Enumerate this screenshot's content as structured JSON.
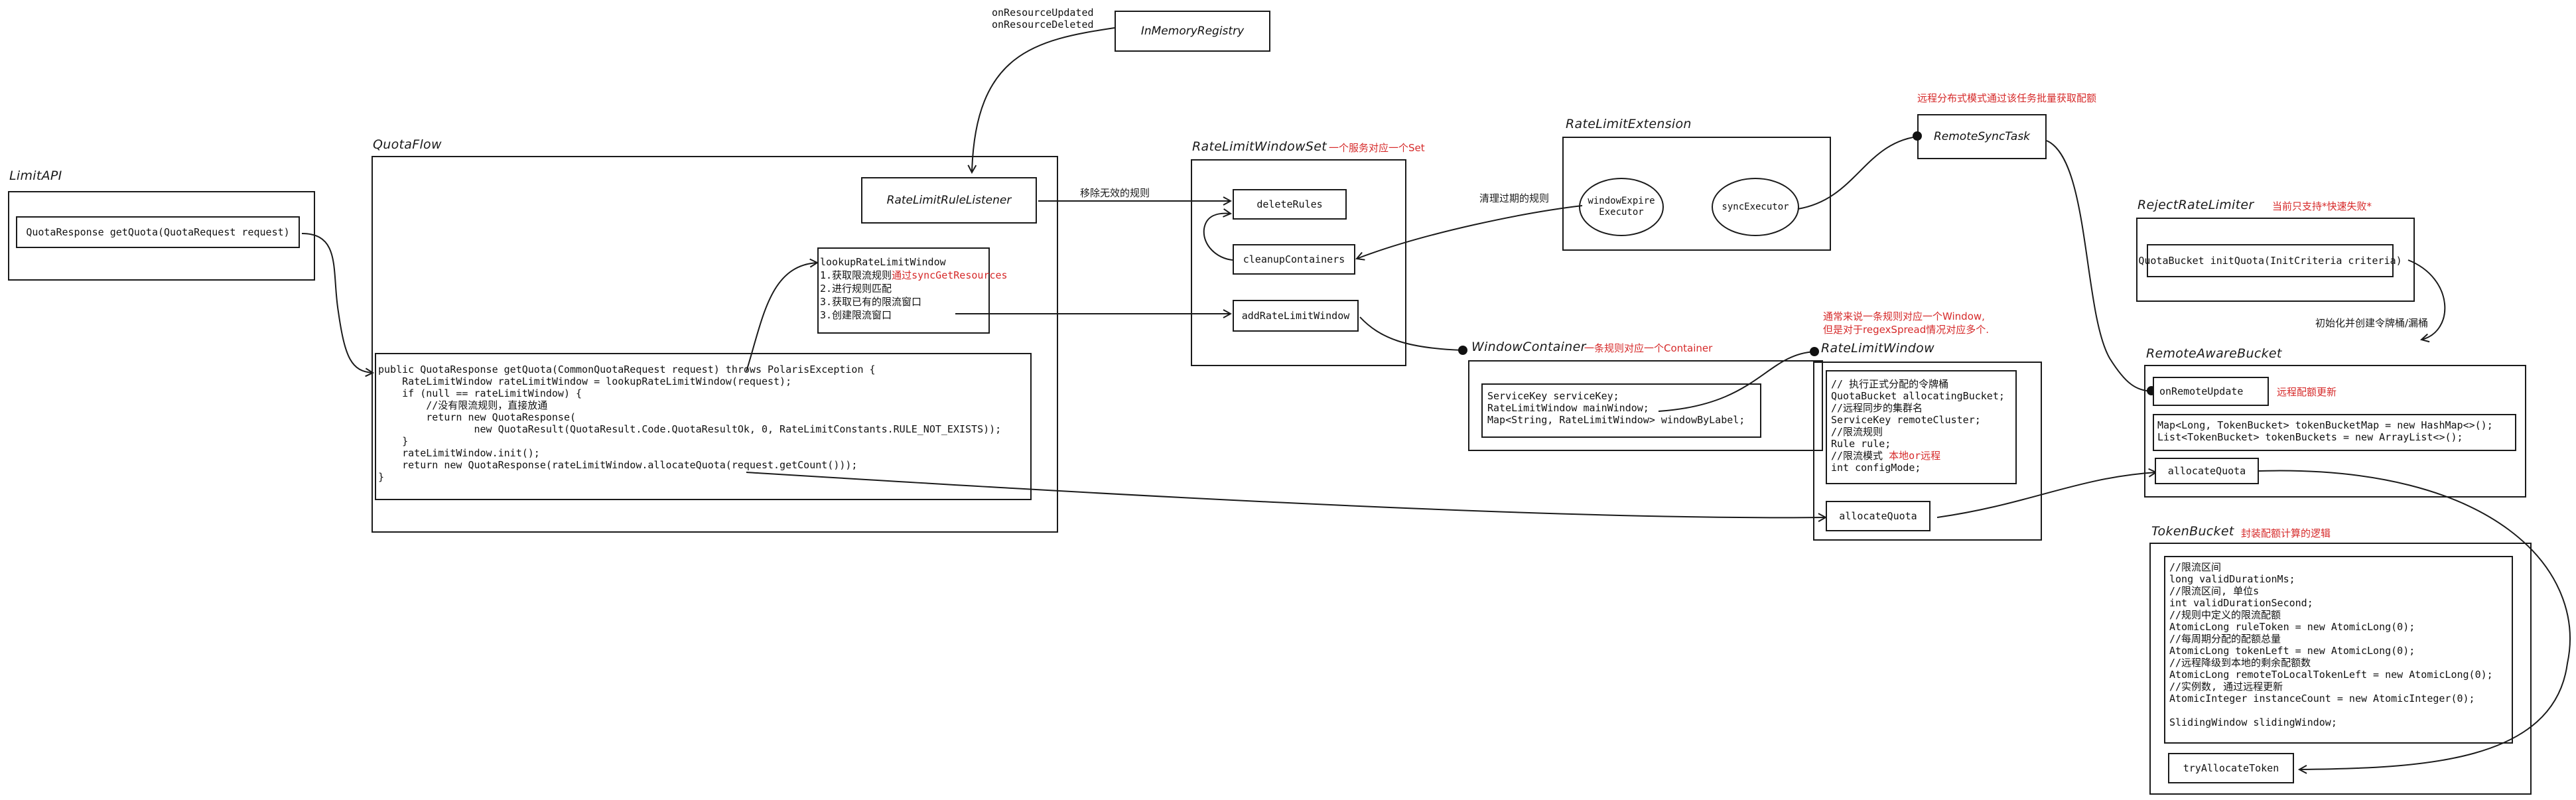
{
  "limitapi": {
    "title": "LimitAPI",
    "method": "QuotaResponse getQuota(QuotaRequest request)"
  },
  "quotaflow": {
    "title": "QuotaFlow",
    "listener": "RateLimitRuleListener",
    "lookup": {
      "title": "lookupRateLimitWindow",
      "step1": "1.获取限流规则",
      "step1_note": "通过syncGetResources",
      "step2": "2.进行规则匹配",
      "step3": "3.获取已有的限流窗口",
      "step4": "3.创建限流窗口"
    },
    "code": "public QuotaResponse getQuota(CommonQuotaRequest request) throws PolarisException {\n    RateLimitWindow rateLimitWindow = lookupRateLimitWindow(request);\n    if (null == rateLimitWindow) {\n        //没有限流规则，直接放通\n        return new QuotaResponse(\n                new QuotaResult(QuotaResult.Code.QuotaResultOk, 0, RateLimitConstants.RULE_NOT_EXISTS));\n    }\n    rateLimitWindow.init();\n    return new QuotaResponse(rateLimitWindow.allocateQuota(request.getCount()));\n}"
  },
  "registry": {
    "name": "InMemoryRegistry",
    "event1": "onResourceUpdated",
    "event2": "onResourceDeleted"
  },
  "windowset": {
    "title": "RateLimitWindowSet",
    "note": "一个服务对应一个Set",
    "delete": "deleteRules",
    "cleanup": "cleanupContainers",
    "add": "addRateLimitWindow",
    "remove_label": "移除无效的规则"
  },
  "extension": {
    "title": "RateLimitExtension",
    "expire": "windowExpire\nExecutor",
    "sync": "syncExecutor",
    "clean_label": "清理过期的规则"
  },
  "remotesync": {
    "name": "RemoteSyncTask",
    "note": "远程分布式模式通过该任务批量获取配额"
  },
  "container": {
    "title": "WindowContainer",
    "note": "一条规则对应一个Container",
    "code": "ServiceKey serviceKey;\nRateLimitWindow mainWindow;\nMap<String, RateLimitWindow> windowByLabel;"
  },
  "window": {
    "title": "RateLimitWindow",
    "note1": "通常来说一条规则对应一个Window,",
    "note2": "但是对于regexSpread情况对应多个.",
    "code_a": "// 执行正式分配的令牌桶\nQuotaBucket allocatingBucket;\n//远程同步的集群名\nServiceKey remoteCluster;\n//限流规则\nRule rule;\n//限流模式 ",
    "code_mode_note": "本地or远程",
    "code_b": "\nint configMode;",
    "allocate": "allocateQuota"
  },
  "reject": {
    "title": "RejectRateLimiter",
    "note": "当前只支持*快速失败*",
    "method": "QuotaBucket initQuota(InitCriteria criteria)",
    "init_label": "初始化并创建令牌桶/漏桶"
  },
  "remoteaware": {
    "title": "RemoteAwareBucket",
    "update": "onRemoteUpdate",
    "update_note": "远程配额更新",
    "code": "Map<Long, TokenBucket> tokenBucketMap = new HashMap<>();\nList<TokenBucket> tokenBuckets = new ArrayList<>();",
    "allocate": "allocateQuota"
  },
  "tokenbucket": {
    "title": "TokenBucket",
    "note": "封装配额计算的逻辑",
    "code": "//限流区间\nlong validDurationMs;\n//限流区间, 单位s\nint validDurationSecond;\n//规则中定义的限流配额\nAtomicLong ruleToken = new AtomicLong(0);\n//每周期分配的配额总量\nAtomicLong tokenLeft = new AtomicLong(0);\n//远程降级到本地的剩余配额数\nAtomicLong remoteToLocalTokenLeft = new AtomicLong(0);\n//实例数, 通过远程更新\nAtomicInteger instanceCount = new AtomicInteger(0);\n\nSlidingWindow slidingWindow;",
    "try": "tryAllocateToken"
  }
}
